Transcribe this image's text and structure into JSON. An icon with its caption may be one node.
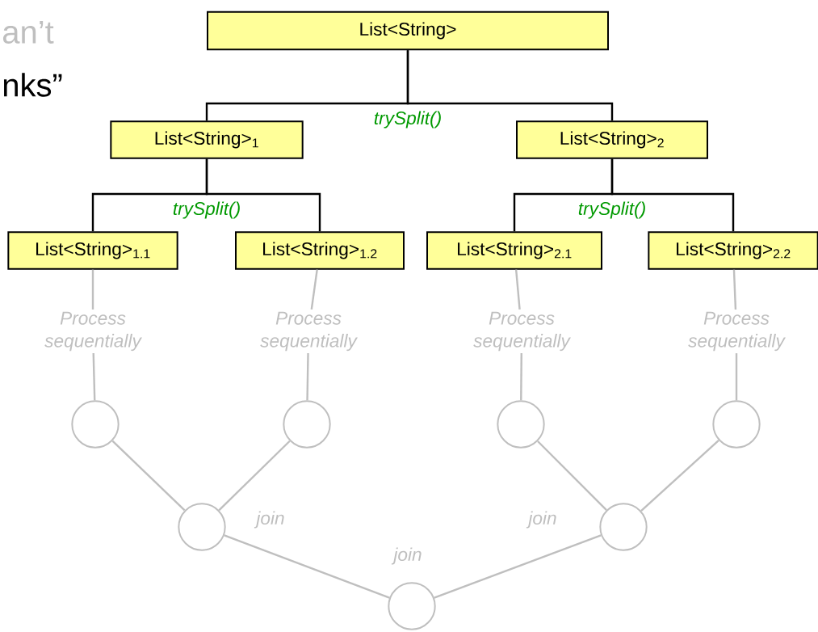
{
  "diagram": {
    "nodes": [
      {
        "text": [
          "List<String>"
        ]
      },
      {
        "text": [
          "List<String>$_{1}$"
        ]
      },
      {
        "text": [
          "List<String>$_{2}$"
        ]
      },
      {
        "text": [
          "List<String>$_{1.1}$"
        ]
      },
      {
        "text": [
          "List<String>$_{1.2}$"
        ]
      },
      {
        "text": [
          "List<String>$_{2.1}$"
        ]
      },
      {
        "text": [
          "List<String>$_{2.2}$"
        ]
      },
      {
        "text": [
          "Process sequentially"
        ]
      },
      {
        "text": [
          "Process sequentially"
        ]
      },
      {
        "text": [
          "Process sequentially"
        ]
      },
      {
        "text": [
          "Process sequentially"
        ]
      },
      {
        "text": [],
        "shape": "circle"
      },
      {
        "text": [],
        "shape": "circle"
      },
      {
        "text": [],
        "shape": "circle"
      },
      {
        "text": [],
        "shape": "circle"
      },
      {
        "text": [],
        "shape": "circle",
        "beside": [
          "join"
        ]
      },
      {
        "text": [],
        "shape": "circle",
        "beside": [
          "join"
        ]
      },
      {
        "text": [],
        "shape": "circle",
        "beside": [
          "join"
        ]
      }
    ],
    "edges": [
      {
        "from": 0,
        "to": 1,
        "arrow": "none",
        "color": "#000000",
        "label": "trySplit()"
      },
      {
        "from": 0,
        "to": 2,
        "arrow": "none",
        "color": "#000000"
      },
      {
        "from": 1,
        "to": 3,
        "arrow": "none",
        "color": "#000000",
        "label": "trySplit()"
      },
      {
        "from": 1,
        "to": 4,
        "arrow": "none",
        "color": "#000000"
      },
      {
        "from": 2,
        "to": 5,
        "arrow": "none",
        "color": "#000000",
        "label": "trySplit()"
      },
      {
        "from": 2,
        "to": 6,
        "arrow": "none",
        "color": "#000000"
      },
      {
        "from": 3,
        "to": 7,
        "arrow": "none"
      },
      {
        "from": 4,
        "to": 8,
        "arrow": "none"
      },
      {
        "from": 5,
        "to": 9,
        "arrow": "none"
      },
      {
        "from": 6,
        "to": 10,
        "arrow": "none"
      },
      {
        "from": 7,
        "to": 11,
        "arrow": "none"
      },
      {
        "from": 8,
        "to": 12,
        "arrow": "none"
      },
      {
        "from": 9,
        "to": 13,
        "arrow": "none"
      },
      {
        "from": 10,
        "to": 14,
        "arrow": "none"
      },
      {
        "from": 11,
        "to": 15,
        "arrow": "none"
      },
      {
        "from": 12,
        "to": 15,
        "arrow": "none"
      },
      {
        "from": 13,
        "to": 16,
        "arrow": "none"
      },
      {
        "from": 14,
        "to": 16,
        "arrow": "none"
      },
      {
        "from": 15,
        "to": 17,
        "arrow": "none"
      },
      {
        "from": 16,
        "to": 17,
        "arrow": "none"
      }
    ],
    "labels": [
      "an’t",
      "nks”"
    ]
  }
}
